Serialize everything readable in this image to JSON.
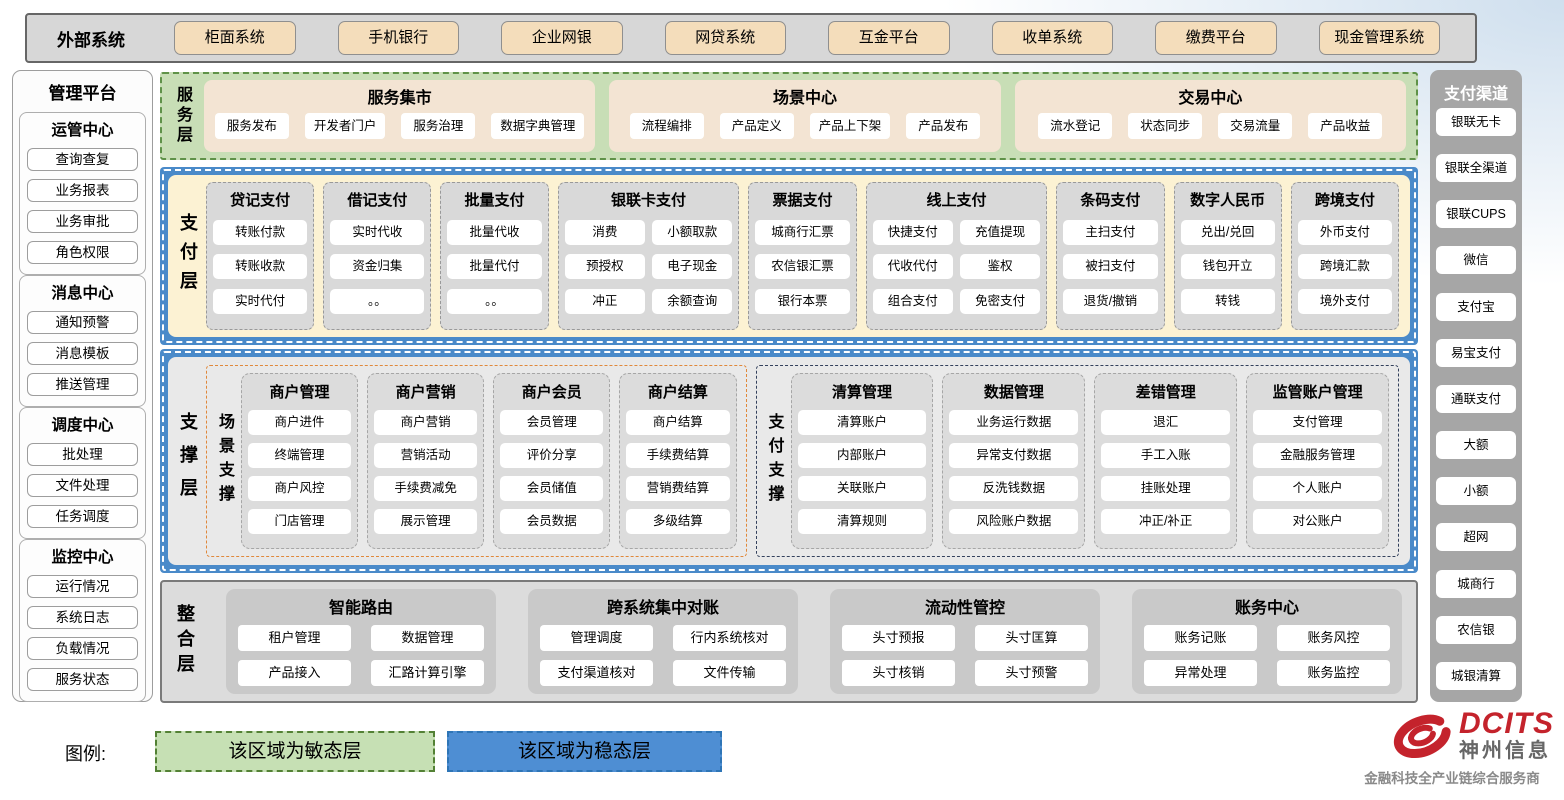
{
  "external_systems": {
    "label": "外部系统",
    "items": [
      "柜面系统",
      "手机银行",
      "企业网银",
      "网贷系统",
      "互金平台",
      "收单系统",
      "缴费平台",
      "现金管理系统"
    ]
  },
  "management_platform": {
    "title": "管理平台",
    "groups": [
      {
        "title": "运管中心",
        "items": [
          "查询查复",
          "业务报表",
          "业务审批",
          "角色权限"
        ]
      },
      {
        "title": "消息中心",
        "items": [
          "通知预警",
          "消息模板",
          "推送管理"
        ]
      },
      {
        "title": "调度中心",
        "items": [
          "批处理",
          "文件处理",
          "任务调度"
        ]
      },
      {
        "title": "监控中心",
        "items": [
          "运行情况",
          "系统日志",
          "负载情况",
          "服务状态"
        ]
      }
    ]
  },
  "service_layer": {
    "label": "服务层",
    "groups": [
      {
        "title": "服务集市",
        "items": [
          "服务发布",
          "开发者门户",
          "服务治理",
          "数据字典管理"
        ]
      },
      {
        "title": "场景中心",
        "items": [
          "流程编排",
          "产品定义",
          "产品上下架",
          "产品发布"
        ]
      },
      {
        "title": "交易中心",
        "items": [
          "流水登记",
          "状态同步",
          "交易流量",
          "产品收益"
        ]
      }
    ]
  },
  "payment_layer": {
    "label": "支付层",
    "columns": [
      {
        "title": "贷记支付",
        "items": [
          "转账付款",
          "转账收款",
          "实时代付"
        ]
      },
      {
        "title": "借记支付",
        "items": [
          "实时代收",
          "资金归集",
          "。。"
        ]
      },
      {
        "title": "批量支付",
        "items": [
          "批量代收",
          "批量代付",
          "。。"
        ]
      },
      {
        "title": "银联卡支付",
        "items": [
          "消费",
          "小额取款",
          "预授权",
          "电子现金",
          "冲正",
          "余额查询"
        ]
      },
      {
        "title": "票据支付",
        "items": [
          "城商行汇票",
          "农信银汇票",
          "银行本票"
        ]
      },
      {
        "title": "线上支付",
        "items": [
          "快捷支付",
          "充值提现",
          "代收代付",
          "鉴权",
          "组合支付",
          "免密支付"
        ]
      },
      {
        "title": "条码支付",
        "items": [
          "主扫支付",
          "被扫支付",
          "退货/撤销"
        ]
      },
      {
        "title": "数字人民币",
        "items": [
          "兑出/兑回",
          "钱包开立",
          "转钱"
        ]
      },
      {
        "title": "跨境支付",
        "items": [
          "外币支付",
          "跨境汇款",
          "境外支付"
        ]
      }
    ]
  },
  "support_layer": {
    "label": "支撑层",
    "scene_support": {
      "label": "场景支撑",
      "columns": [
        {
          "title": "商户管理",
          "items": [
            "商户进件",
            "终端管理",
            "商户风控",
            "门店管理"
          ]
        },
        {
          "title": "商户营销",
          "items": [
            "商户营销",
            "营销活动",
            "手续费减免",
            "展示管理"
          ]
        },
        {
          "title": "商户会员",
          "items": [
            "会员管理",
            "评价分享",
            "会员储值",
            "会员数据"
          ]
        },
        {
          "title": "商户结算",
          "items": [
            "商户结算",
            "手续费结算",
            "营销费结算",
            "多级结算"
          ]
        }
      ]
    },
    "payment_support": {
      "label": "支付支撑",
      "columns": [
        {
          "title": "清算管理",
          "items": [
            "清算账户",
            "内部账户",
            "关联账户",
            "清算规则"
          ]
        },
        {
          "title": "数据管理",
          "items": [
            "业务运行数据",
            "异常支付数据",
            "反洗钱数据",
            "风险账户数据"
          ]
        },
        {
          "title": "差错管理",
          "items": [
            "退汇",
            "手工入账",
            "挂账处理",
            "冲正/补正"
          ]
        },
        {
          "title": "监管账户管理",
          "items": [
            "支付管理",
            "金融服务管理",
            "个人账户",
            "对公账户"
          ]
        }
      ]
    }
  },
  "integration_layer": {
    "label": "整合层",
    "groups": [
      {
        "title": "智能路由",
        "items": [
          "租户管理",
          "数据管理",
          "产品接入",
          "汇路计算引擎"
        ]
      },
      {
        "title": "跨系统集中对账",
        "items": [
          "管理调度",
          "行内系统核对",
          "支付渠道核对",
          "文件传输"
        ]
      },
      {
        "title": "流动性管控",
        "items": [
          "头寸预报",
          "头寸匡算",
          "头寸核销",
          "头寸预警"
        ]
      },
      {
        "title": "账务中心",
        "items": [
          "账务记账",
          "账务风控",
          "异常处理",
          "账务监控"
        ]
      }
    ]
  },
  "payment_channels": {
    "title": "支付渠道",
    "items": [
      "银联无卡",
      "银联全渠道",
      "银联CUPS",
      "微信",
      "支付宝",
      "易宝支付",
      "通联支付",
      "大额",
      "小额",
      "超网",
      "城商行",
      "农信银",
      "城银清算"
    ]
  },
  "legend": {
    "label": "图例:",
    "agile_text": "该区域为敏态层",
    "stable_text": "该区域为稳态层"
  },
  "logo": {
    "brand": "DCITS",
    "company": "神州信息",
    "tagline": "金融科技全产业链综合服务商"
  },
  "colors": {
    "agile_green": "#c8deb6",
    "stable_blue": "#4a8ac9",
    "panel_gray": "#d9d9d9",
    "external_tan": "#f4ddbb",
    "payment_yellow": "#fcf2d3",
    "scene_support_orange": "#e0883a",
    "payment_support_navy": "#33415c",
    "brand_red": "#c4232c"
  }
}
